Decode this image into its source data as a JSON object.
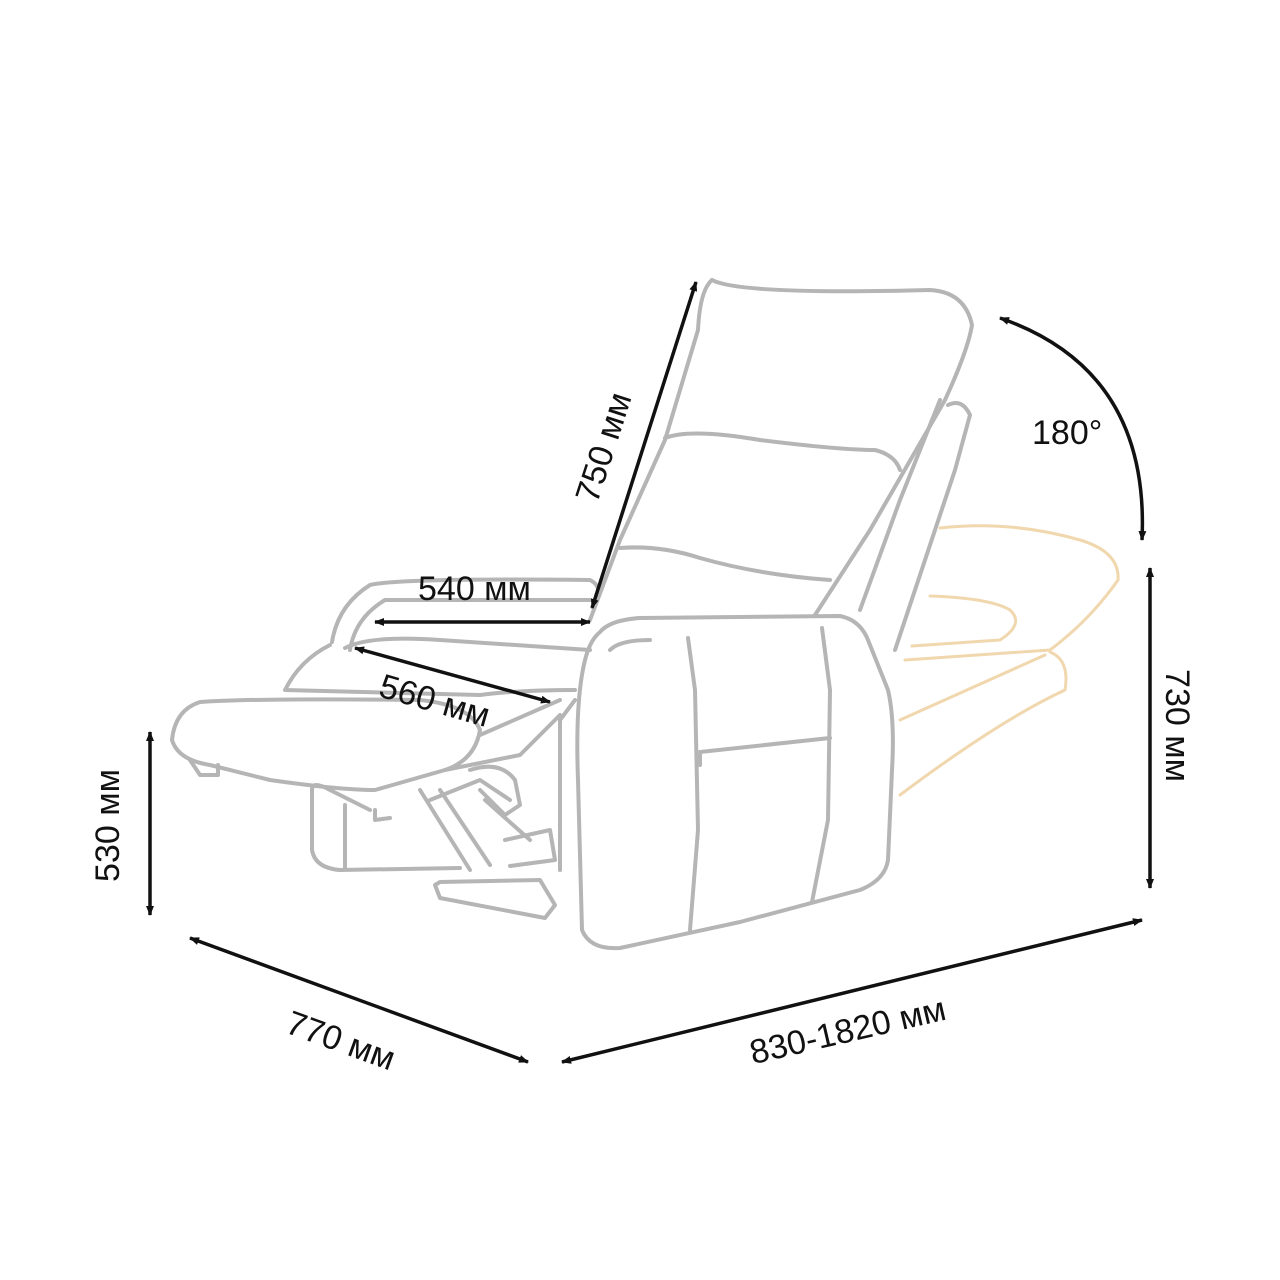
{
  "colors": {
    "outline": "#b5b5b5",
    "ghost": "#f0d7ae",
    "dimension": "#111111"
  },
  "dimensions": {
    "backrest_height": "750 мм",
    "recline_angle": "180°",
    "seat_width": "540 мм",
    "seat_depth": "560 мм",
    "total_height": "730 мм",
    "seat_height": "530 мм",
    "width": "770 мм",
    "length": "830-1820 мм"
  }
}
